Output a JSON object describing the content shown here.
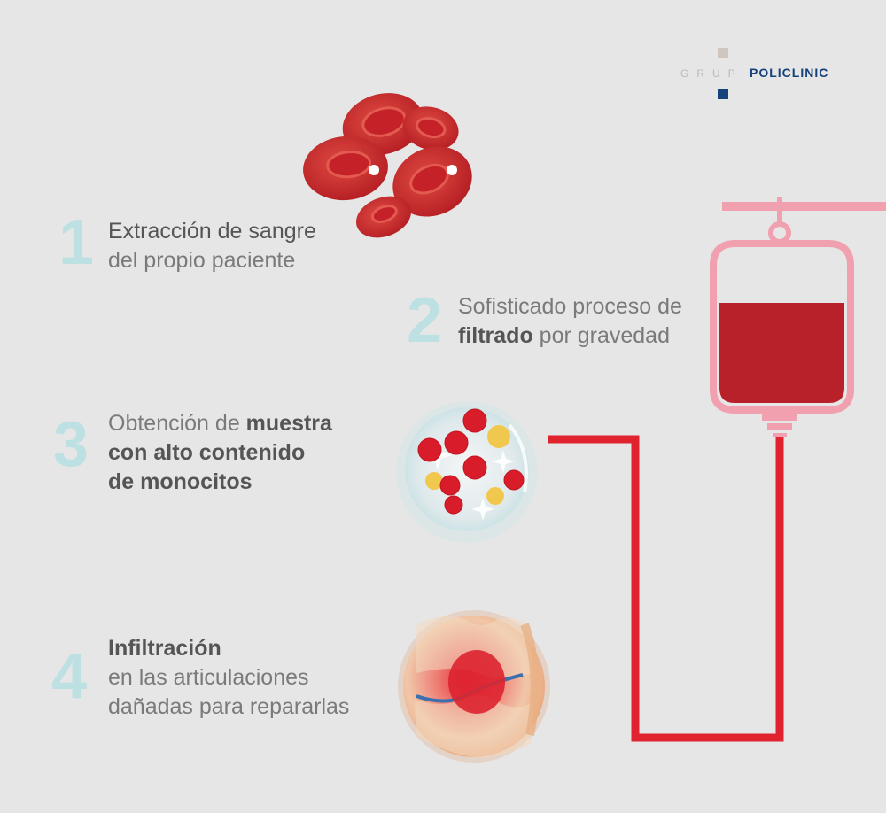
{
  "logo": {
    "grup": "GRUP",
    "name": "POLICLINIC",
    "square_top_color": "#d0c6c0",
    "square_bottom_color": "#15427a",
    "name_color": "#15427a"
  },
  "steps": [
    {
      "number": "1",
      "line1_a": "Extracción de sangre",
      "line1_b": "",
      "line2_a": "del propio paciente",
      "line2_b": "",
      "line3": ""
    },
    {
      "number": "2",
      "line1_a": "Sofisticado proceso de",
      "line1_b": "",
      "line2_a": "filtrado",
      "line2_b": " por gravedad",
      "line3": ""
    },
    {
      "number": "3",
      "line1_a": "Obtención de ",
      "line1_b": "muestra",
      "line2_a": "con alto contenido",
      "line2_b": "",
      "line3": "de monocitos"
    },
    {
      "number": "4",
      "line1_a": "Infiltración",
      "line1_b": "",
      "line2_a": "en las articulaciones",
      "line2_b": "",
      "line3": "dañadas para repararlas"
    }
  ],
  "colors": {
    "background": "#e6e6e6",
    "number": "#bde0e2",
    "blood": "#b8202a",
    "tube": "#e0232e",
    "bag_outline": "#f0a0ae"
  },
  "icons": {
    "cells": "red-blood-cells-icon",
    "bag": "blood-bag-icon",
    "sample": "monocyte-sample-icon",
    "knee": "knee-joint-icon"
  }
}
